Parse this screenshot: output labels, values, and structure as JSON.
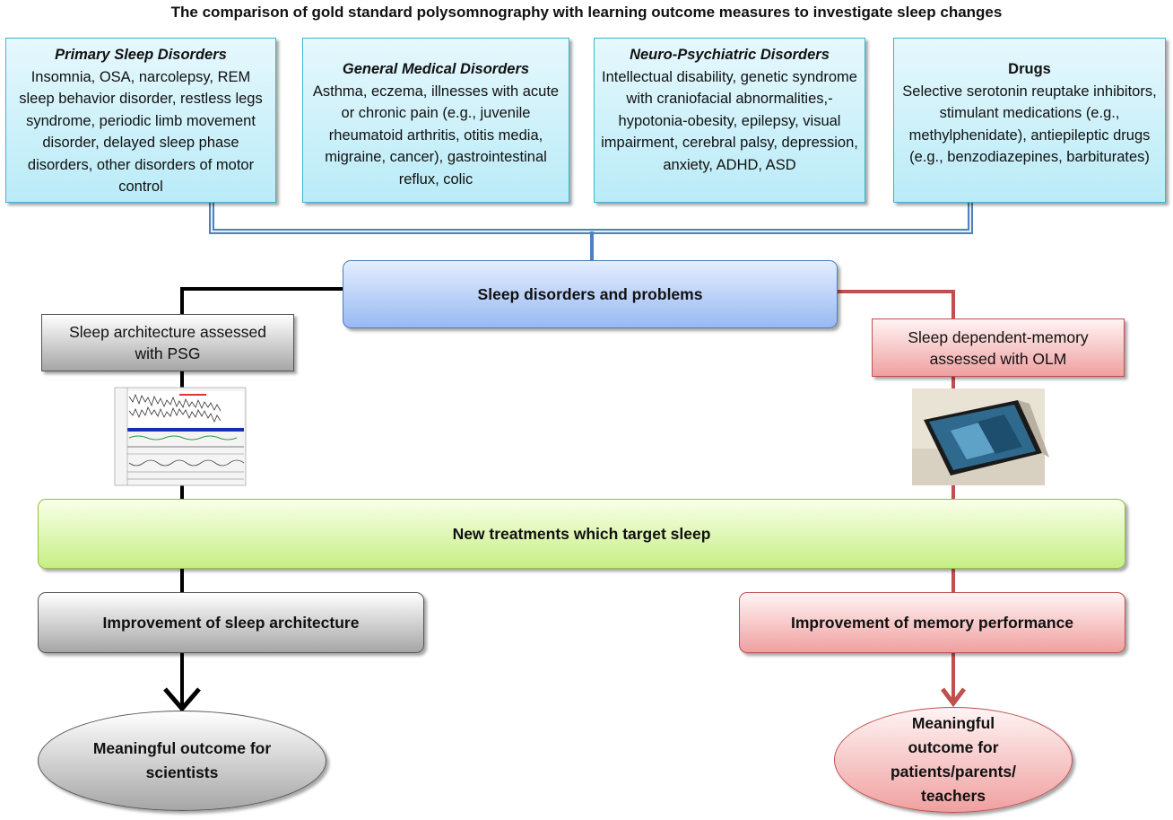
{
  "title": "The comparison of gold standard polysomnography with learning outcome measures to investigate sleep changes",
  "categories": [
    {
      "heading": "Primary Sleep Disorders",
      "body": "Insomnia, OSA, narcolepsy, REM sleep behavior disorder, restless legs syndrome, periodic limb movement disorder, delayed sleep phase disorders, other disorders of motor control"
    },
    {
      "heading": "General Medical Disorders",
      "body": "Asthma, eczema, illnesses with acute or chronic pain (e.g., juvenile rheumatoid arthritis, otitis media, migraine, cancer), gastrointestinal reflux, colic"
    },
    {
      "heading": "Neuro-Psychiatric Disorders",
      "body": "Intellectual disability, genetic syndrome with craniofacial abnormalities,-hypotonia-obesity, epilepsy, visual impairment, cerebral palsy, depression, anxiety, ADHD, ASD"
    },
    {
      "heading": "Drugs",
      "body": "Selective serotonin reuptake inhibitors, stimulant medications (e.g., methylphenidate), antiepileptic drugs (e.g., benzodiazepines, barbiturates)"
    }
  ],
  "center": "Sleep disorders and problems",
  "left": {
    "assess": "Sleep architecture assessed with PSG",
    "improve": "Improvement of sleep architecture",
    "outcome": "Meaningful outcome for scientists"
  },
  "right": {
    "assess": "Sleep dependent-memory assessed with OLM",
    "improve": "Improvement of memory performance",
    "outcome": "Meaningful outcome for patients/parents/ teachers"
  },
  "treatments": "New treatments which target sleep",
  "colors": {
    "left_line": "#000000",
    "right_line": "#c0504d",
    "top_line": "#4f81bd"
  }
}
